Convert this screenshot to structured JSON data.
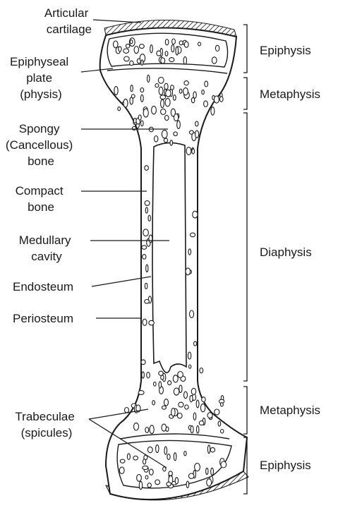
{
  "labels_left": {
    "articular_cartilage": [
      "Articular",
      "cartilage"
    ],
    "epiphyseal_plate": [
      "Epiphyseal",
      "plate",
      "(physis)"
    ],
    "spongy_bone": [
      "Spongy",
      "(Cancellous)",
      "bone"
    ],
    "compact_bone": [
      "Compact",
      "bone"
    ],
    "medullary_cavity": [
      "Medullary",
      "cavity"
    ],
    "endosteum": "Endosteum",
    "periosteum": "Periosteum",
    "trabeculae": [
      "Trabeculae",
      "(spicules)"
    ]
  },
  "labels_right": {
    "epiphysis_top": "Epiphysis",
    "metaphysis_top": "Metaphysis",
    "diaphysis": "Diaphysis",
    "metaphysis_bottom": "Metaphysis",
    "epiphysis_bottom": "Epiphysis"
  }
}
